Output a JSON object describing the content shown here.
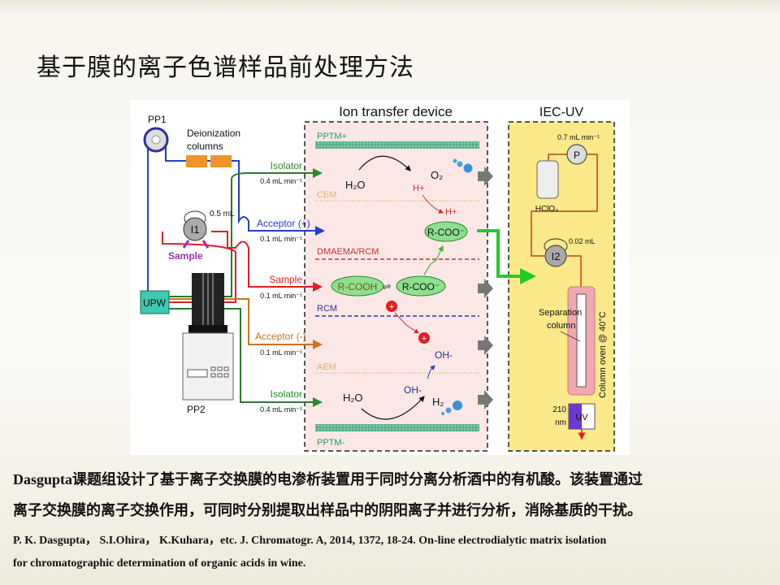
{
  "title": "基于膜的离子色谱样品前处理方法",
  "diagram": {
    "pp1": "PP1",
    "pp2": "PP2",
    "deion1": "Deionization",
    "deion2": "columns",
    "upw": "UPW",
    "i1": "I1",
    "i1_vol": "0.5 mL",
    "sample_src": "Sample",
    "ion_device_title": "Ion transfer device",
    "pptm_pos": "PPTM+",
    "pptm_neg": "PPTM-",
    "cem": "CEM",
    "dmaema": "DMAEMA/RCM",
    "rcm": "RCM",
    "aem": "AEM",
    "streams": [
      {
        "label": "Isolator",
        "rate": "0.4  mL  min⁻¹"
      },
      {
        "label": "Acceptor (+)",
        "rate": "0.1  mL  min⁻¹"
      },
      {
        "label": "Sample",
        "rate": "0.1  mL  min⁻¹"
      },
      {
        "label": "Acceptor (-)",
        "rate": "0.1  mL  min⁻¹"
      },
      {
        "label": "Isolator",
        "rate": "0.4  mL  min⁻¹"
      }
    ],
    "species": {
      "h2o": "H₂O",
      "o2": "O₂",
      "hplus": "H+",
      "rcoo": "R-COO⁻",
      "rcooh": "R-COOH",
      "equil": "⇌",
      "ohminus": "OH-",
      "h2": "H₂"
    },
    "iec": {
      "title": "IEC-UV",
      "pump_rate": "0.7 mL  min⁻¹",
      "pump": "P",
      "eluent": "HClO₄",
      "i2": "I2",
      "i2_vol": "0.02 mL",
      "sep1": "Separation",
      "sep2": "column",
      "oven": "Column  oven  @  40°C",
      "uv": "UV",
      "wl1": "210",
      "wl2": "nm"
    }
  },
  "caption": {
    "line1": "Dasgupta课题组设计了基于离子交换膜的电渗析装置用于同时分离分析酒中的有机酸。该装置通过",
    "line2": "离子交换膜的离子交换作用，可同时分别提取出样品中的阴阳离子并进行分析，消除基质的干扰。",
    "ref1": "P. K. Dasgupta，  S.I.Ohira，  K.Kuhara，etc. J. Chromatogr. A, 2014, 1372, 18-24. On-line electrodialytic matrix isolation",
    "ref2": "for chromatographic determination of organic acids in wine."
  }
}
